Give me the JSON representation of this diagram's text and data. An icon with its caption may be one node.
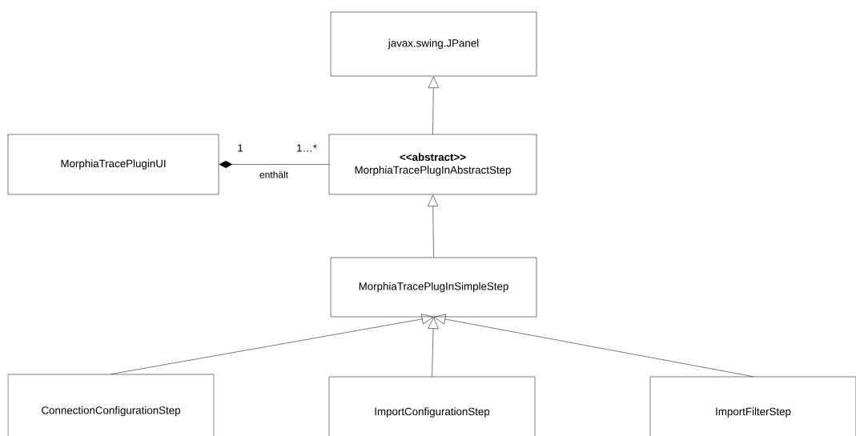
{
  "diagram": {
    "nodes": [
      {
        "text": [
          "javax.swing.JPanel"
        ]
      },
      {
        "text": [
          "MorphiaTracePluginUI"
        ]
      },
      {
        "text": [
          "<<abstract>>",
          "MorphiaTracePlugInAbstractStep"
        ]
      },
      {
        "text": [
          "MorphiaTracePlugInSimpleStep"
        ]
      },
      {
        "text": [
          "ConnectionConfigurationStep"
        ]
      },
      {
        "text": [
          "ImportConfigurationStep"
        ]
      },
      {
        "text": [
          "ImportFilterStep"
        ]
      }
    ],
    "edges": [
      {
        "from": 2,
        "to": 0,
        "arrow": "to"
      },
      {
        "from": 1,
        "to": 2,
        "arrow": "other",
        "label": "enthält"
      },
      {
        "from": 3,
        "to": 2,
        "arrow": "to"
      },
      {
        "from": 4,
        "to": 3,
        "arrow": "to"
      },
      {
        "from": 5,
        "to": 3,
        "arrow": "to"
      },
      {
        "from": 6,
        "to": 3,
        "arrow": "to"
      }
    ],
    "labels": [
      "1",
      "1…*"
    ]
  }
}
